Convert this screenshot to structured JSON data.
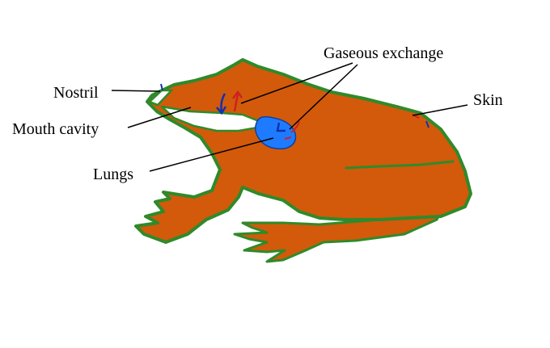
{
  "labels": {
    "nostril": "Nostril",
    "mouth_cavity": "Mouth cavity",
    "lungs": "Lungs",
    "gaseous_exchange": "Gaseous exchange",
    "skin": "Skin"
  },
  "colors": {
    "body_fill": "#d25a0a",
    "outline": "#2f8a2a",
    "lung_fill": "#1e7bff",
    "arrow_in": "#1030b0",
    "arrow_out": "#d02020",
    "leader_line": "#000000"
  }
}
